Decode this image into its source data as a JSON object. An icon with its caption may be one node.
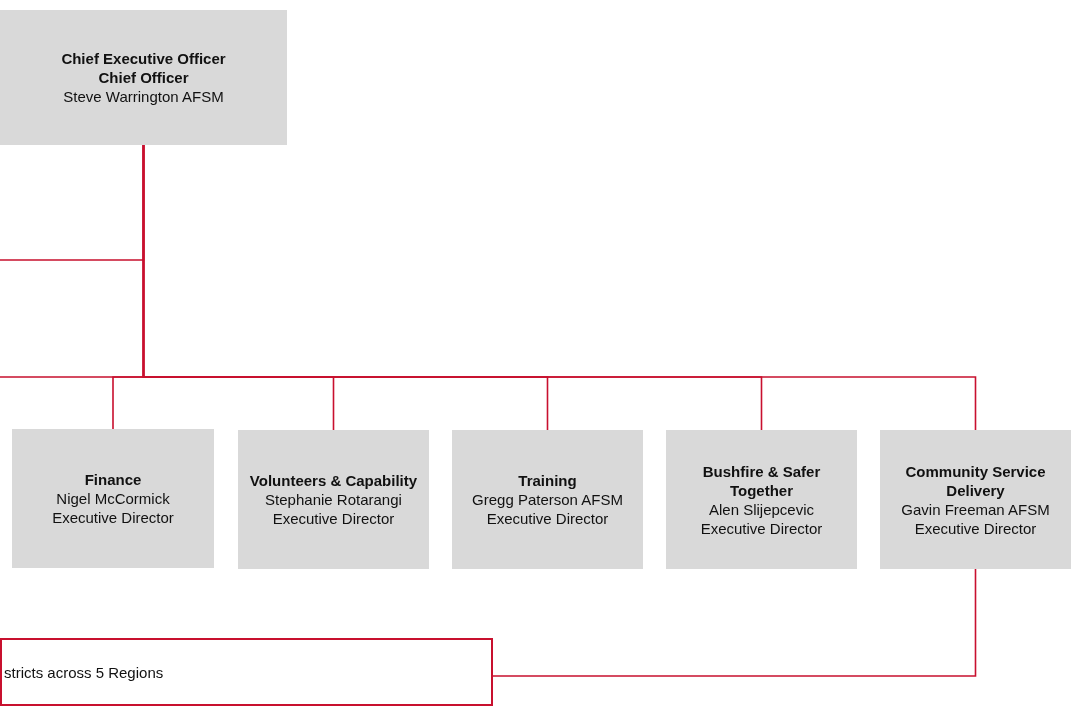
{
  "diagram": {
    "nodes": [
      {
        "text": [
          "Chief Executive Officer",
          "Chief Officer",
          "Steve Warrington AFSM"
        ]
      },
      {
        "text": [
          "Finance",
          "Nigel McCormick",
          "Executive Director"
        ]
      },
      {
        "text": [
          "Volunteers & Capability",
          "Stephanie Rotarangi",
          "Executive Director"
        ]
      },
      {
        "text": [
          "Training",
          "Gregg Paterson AFSM",
          "Executive Director"
        ]
      },
      {
        "text": [
          "Bushfire & Safer Together",
          "Alen Slijepcevic",
          "Executive Director"
        ]
      },
      {
        "text": [
          "Community Service Delivery",
          "Gavin Freeman AFSM",
          "Executive Director"
        ]
      },
      {
        "text": [
          "stricts across 5 Regions"
        ]
      }
    ],
    "edges": [
      {
        "from": 0,
        "to": null,
        "arrow": "none"
      },
      {
        "from": 0,
        "to": null,
        "arrow": "none"
      },
      {
        "from": 0,
        "to": 1,
        "arrow": "none"
      },
      {
        "from": 0,
        "to": 2,
        "arrow": "none"
      },
      {
        "from": 0,
        "to": 3,
        "arrow": "none"
      },
      {
        "from": 0,
        "to": 4,
        "arrow": "none"
      },
      {
        "from": 0,
        "to": 5,
        "arrow": "none"
      },
      {
        "from": 5,
        "to": 6,
        "arrow": "none"
      }
    ]
  }
}
